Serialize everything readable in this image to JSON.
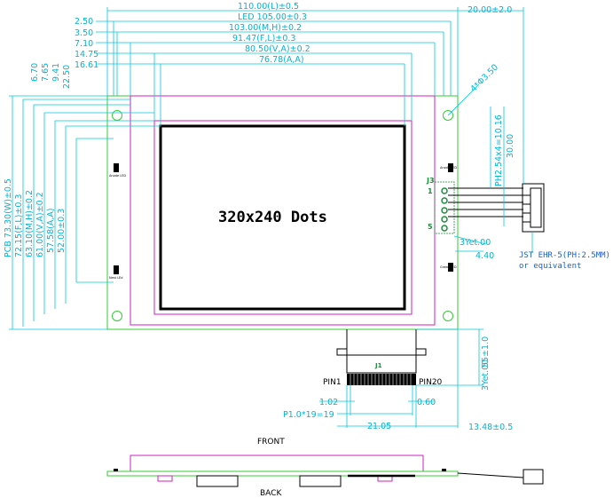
{
  "display": {
    "resolution_label": "320x240 Dots"
  },
  "top_dims": [
    {
      "offset": "2.50",
      "length": "110.00(L)±0.5"
    },
    {
      "offset": "3.50",
      "length": "LED 105.00±0.3"
    },
    {
      "offset": "7.10",
      "length": "103.00(M,H)±0.2"
    },
    {
      "offset": "14.75",
      "length": "91.47(F,L)±0.3"
    },
    {
      "offset": "16.61",
      "length": "80.50(V,A)±0.2"
    },
    {
      "offset": "",
      "length": "76.78(A,A)"
    }
  ],
  "top_right_dim": "20.00±2.0",
  "left_dims": {
    "offsets": [
      "6.70",
      "7.65",
      "9.41",
      "22.50"
    ],
    "lengths": [
      "PCB 73.30(W)±0.5",
      "72.15(F,L)±0.3",
      "63.10(M,H)±0.2",
      "61.00(V,A)±0.2",
      "57.58(A,A)",
      "52.00±0.3"
    ]
  },
  "right_dims": {
    "hole": "4*Φ3.50",
    "pitch": "PH2.54x4=10.16",
    "span": "30.00",
    "small": "4.40"
  },
  "connector": {
    "label": "J3",
    "pin_first": "1",
    "pin_last": "5",
    "type": "JST EHR-5(PH:2.5MM)",
    "note": "or equivalent",
    "tab_dim": "3Yet.00"
  },
  "led_labels": {
    "anode_left": "Anode LED",
    "anode_right": "Anode LED",
    "cathode_left": "Nest LEd",
    "cathode_right": "Green LED"
  },
  "fpc": {
    "label": "J1",
    "pin1": "PIN1",
    "pin20": "PIN20",
    "pitch_width": "1.02",
    "pin_width": "0.60",
    "pitch": "P1.0*19=19",
    "width": "21.05",
    "offset": "13.48±0.5",
    "length": "55±1.0",
    "tail": "3Yet.00"
  },
  "side_view": {
    "front": "FRONT",
    "back": "BACK"
  }
}
